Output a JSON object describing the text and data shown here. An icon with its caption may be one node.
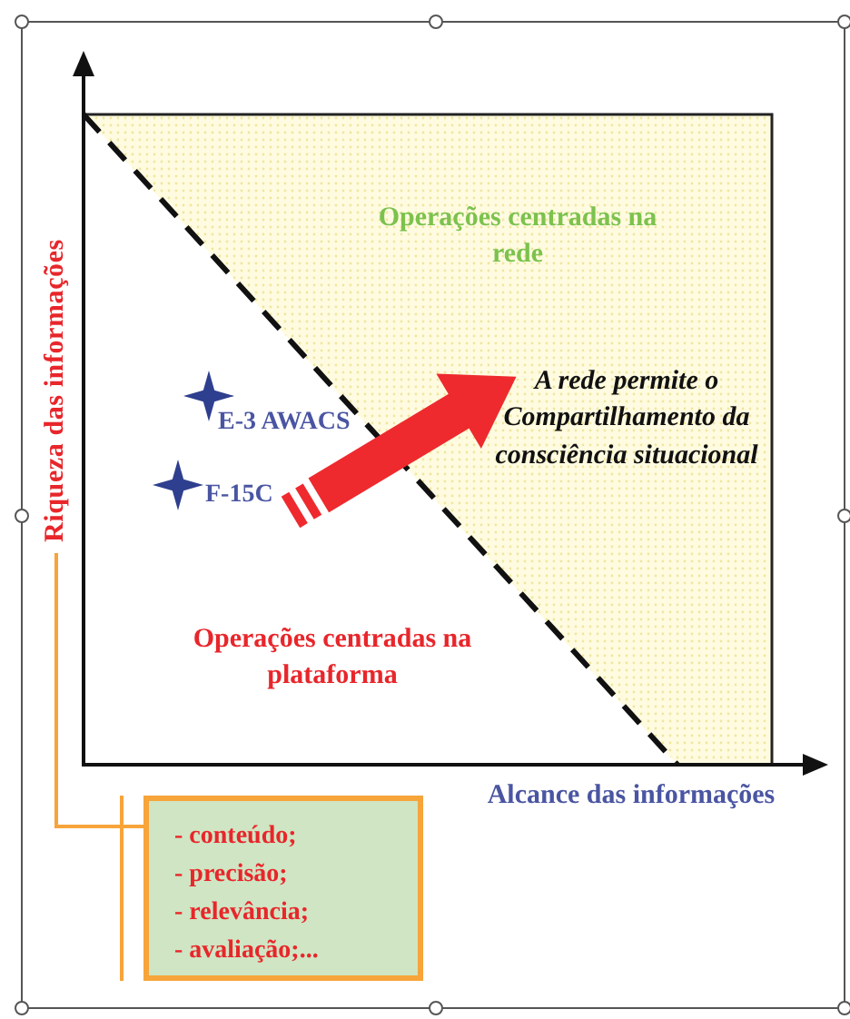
{
  "diagram": {
    "nodes": [
      {
        "text": [
          "Riqueza das informações"
        ]
      },
      {
        "text": [
          "- conteúdo;",
          "- precisão;",
          "- relevância;",
          "- avaliação;..."
        ]
      }
    ],
    "edges": [
      {
        "from": 0,
        "to": 1,
        "arrow": "none"
      }
    ],
    "labels": [
      "Operações centradas na rede",
      "E-3 AWACS",
      "A rede permite o Compartilhamento da consciência situacional",
      "F-15C",
      "Operações centradas na plataforma",
      "Alcance das informações"
    ]
  }
}
